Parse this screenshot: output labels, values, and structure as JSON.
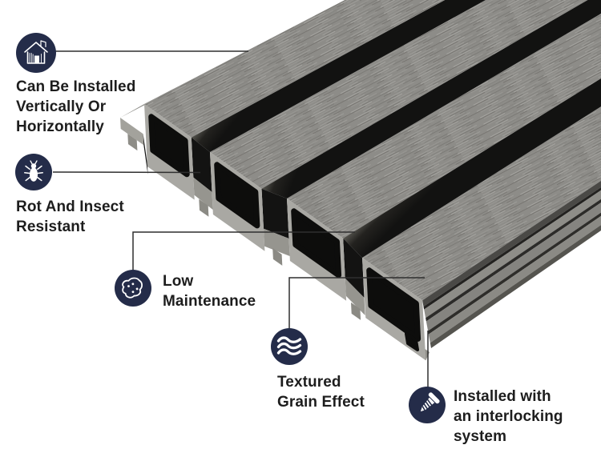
{
  "features": [
    {
      "id": "install",
      "icon": "house-icon",
      "lines": [
        "Can Be Installed",
        "Vertically Or",
        "Horizontally"
      ]
    },
    {
      "id": "rot",
      "icon": "bug-icon",
      "lines": [
        "Rot And Insect",
        "Resistant"
      ]
    },
    {
      "id": "maintenance",
      "icon": "sponge-icon",
      "lines": [
        "Low",
        "Maintenance"
      ]
    },
    {
      "id": "texture",
      "icon": "waves-icon",
      "lines": [
        "Textured",
        "Grain Effect"
      ]
    },
    {
      "id": "interlock",
      "icon": "screw-icon",
      "lines": [
        "Installed with",
        "an interlocking",
        "system"
      ]
    }
  ],
  "colors": {
    "badge_navy": "#242c49",
    "icon_glyph": "#ffffff",
    "connector_line": "#2f2f2f",
    "label_text": "#1d1d1d",
    "board_top_gray": "#8d8c88",
    "board_face_gray": "#a9a8a3",
    "groove_black": "#141413",
    "background": "#ffffff"
  }
}
